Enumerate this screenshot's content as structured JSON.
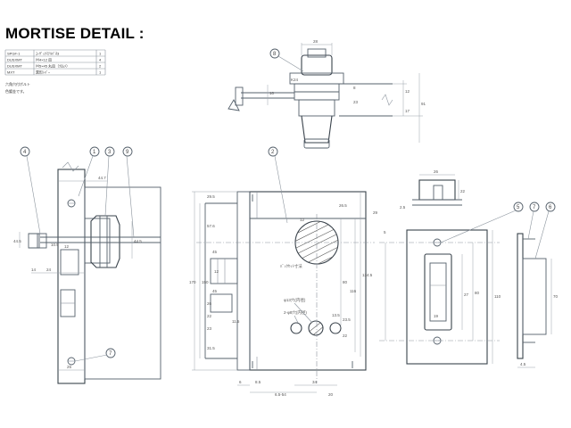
{
  "page": {
    "title": "MORTISE DETAIL :"
  },
  "parts_table": {
    "rows": [
      {
        "part": "SPGF-1",
        "desc": "ﾕｰｻﾞｯｸﾏﾃﾙﾊﾞﾈ3",
        "qty": "1"
      },
      {
        "part": "DUSXMT",
        "desc": "Ｍ4×12 皿",
        "qty": "4"
      },
      {
        "part": "DUSXMT",
        "desc": "Ｍ5×45 丸皿（ｸﾛﾑﾒ）",
        "qty": "2"
      },
      {
        "part": "MXT",
        "desc": "異形ﾚﾊﾞｰ",
        "qty": "1"
      }
    ]
  },
  "notes": [
    "六角穴付ボルト",
    "色鍍金です。"
  ],
  "balloons": [
    "8",
    "4",
    "1",
    "3",
    "9",
    "2",
    "5",
    "7",
    "6",
    "7"
  ],
  "dimensions": {
    "top_view": [
      "28",
      "K24",
      "23",
      "8",
      "10",
      "12",
      "17",
      "91"
    ],
    "side_view": [
      "44.7",
      "44.5",
      "44.5",
      "12",
      "14",
      "24",
      "10.5",
      "25"
    ],
    "body": [
      "26.5",
      "29.5",
      "170",
      "150",
      "29",
      "45",
      "45",
      "57.6",
      "11.5",
      "12",
      "26",
      "22",
      "23",
      "31.5",
      "80",
      "116",
      "134.5",
      "12",
      "23.5",
      "22",
      "13.5",
      "6",
      "8.5",
      "34",
      "20",
      "6.5-54"
    ],
    "labels": [
      "ﾊﾞｯｸｾｯﾄ寸法",
      "φ13穴(内径)",
      "2-φ8穴(内径)"
    ],
    "strike": [
      "26",
      "22",
      "2.5",
      "5",
      "27",
      "80",
      "110",
      "19"
    ],
    "strike_side": [
      "70",
      "4.5"
    ]
  }
}
